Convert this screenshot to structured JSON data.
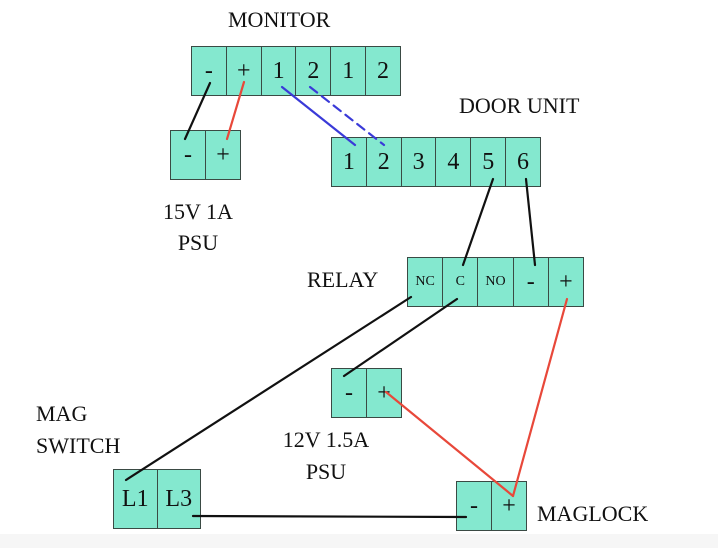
{
  "components": {
    "monitor": {
      "title": "MONITOR",
      "terminals": [
        "-",
        "+",
        "1",
        "2",
        "1",
        "2"
      ]
    },
    "psu_15v": {
      "title_line1": "15V 1A",
      "title_line2": "PSU",
      "terminals": [
        "-",
        "+"
      ]
    },
    "door_unit": {
      "title": "DOOR UNIT",
      "terminals": [
        "1",
        "2",
        "3",
        "4",
        "5",
        "6"
      ]
    },
    "relay": {
      "title": "RELAY",
      "terminals": [
        "NC",
        "C",
        "NO",
        "-",
        "+"
      ]
    },
    "psu_12v": {
      "title_line1": "12V 1.5A",
      "title_line2": "PSU",
      "terminals": [
        "-",
        "+"
      ]
    },
    "mag_switch": {
      "title_line1": "MAG",
      "title_line2": "SWITCH",
      "terminals": [
        "L1",
        "L3"
      ]
    },
    "maglock": {
      "title": "MAGLOCK",
      "terminals": [
        "-",
        "+"
      ]
    }
  },
  "colors": {
    "terminal_fill": "#84e8cf",
    "terminal_border": "#3a4a44",
    "wire_black": "#111111",
    "wire_red": "#e8483a",
    "wire_blue": "#3a3ad8"
  },
  "wires": [
    {
      "from": "monitor.-",
      "to": "psu_15v.-",
      "color": "black",
      "style": "solid"
    },
    {
      "from": "monitor.+",
      "to": "psu_15v.+",
      "color": "red",
      "style": "solid"
    },
    {
      "from": "monitor.1",
      "to": "door_unit.1",
      "color": "blue",
      "style": "solid"
    },
    {
      "from": "monitor.2",
      "to": "door_unit.2",
      "color": "blue",
      "style": "dashed"
    },
    {
      "from": "door_unit.5",
      "to": "relay.C",
      "color": "black",
      "style": "solid"
    },
    {
      "from": "door_unit.6",
      "to": "relay.-",
      "color": "black",
      "style": "solid"
    },
    {
      "from": "relay.NC",
      "to": "mag_switch.L1",
      "color": "black",
      "style": "solid"
    },
    {
      "from": "relay.C",
      "to": "psu_12v.-",
      "color": "black",
      "style": "solid"
    },
    {
      "from": "relay.+",
      "to": "maglock.+",
      "color": "red",
      "style": "solid"
    },
    {
      "from": "psu_12v.+",
      "to": "maglock.+",
      "color": "red",
      "style": "solid"
    },
    {
      "from": "mag_switch.L3",
      "to": "maglock.-",
      "color": "black",
      "style": "solid"
    }
  ]
}
